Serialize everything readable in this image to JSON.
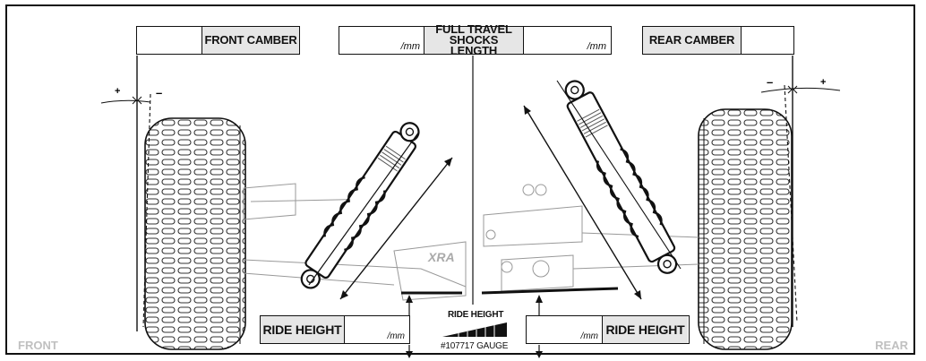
{
  "front_camber": {
    "label": "FRONT CAMBER"
  },
  "shocks": {
    "label_line1": "FULL TRAVEL",
    "label_line2": "SHOCKS LENGTH",
    "unit_left": "/mm",
    "unit_right": "/mm"
  },
  "rear_camber": {
    "label": "REAR CAMBER"
  },
  "ride_height_left": {
    "label": "RIDE HEIGHT",
    "unit": "/mm"
  },
  "ride_height_right": {
    "label": "RIDE HEIGHT",
    "unit": "/mm"
  },
  "gauge": {
    "title": "RIDE HEIGHT",
    "part": "#107717 GAUGE"
  },
  "camber_marks": {
    "plus": "+",
    "minus": "–"
  },
  "corners": {
    "front": "FRONT",
    "rear": "REAR"
  },
  "colors": {
    "line": "#111111",
    "label_bg": "#e6e6e6",
    "corner_text": "#c0c0c0"
  },
  "icons": [
    "tire-icon",
    "shock-absorber-icon",
    "chassis-icon",
    "ride-height-gauge-icon"
  ]
}
